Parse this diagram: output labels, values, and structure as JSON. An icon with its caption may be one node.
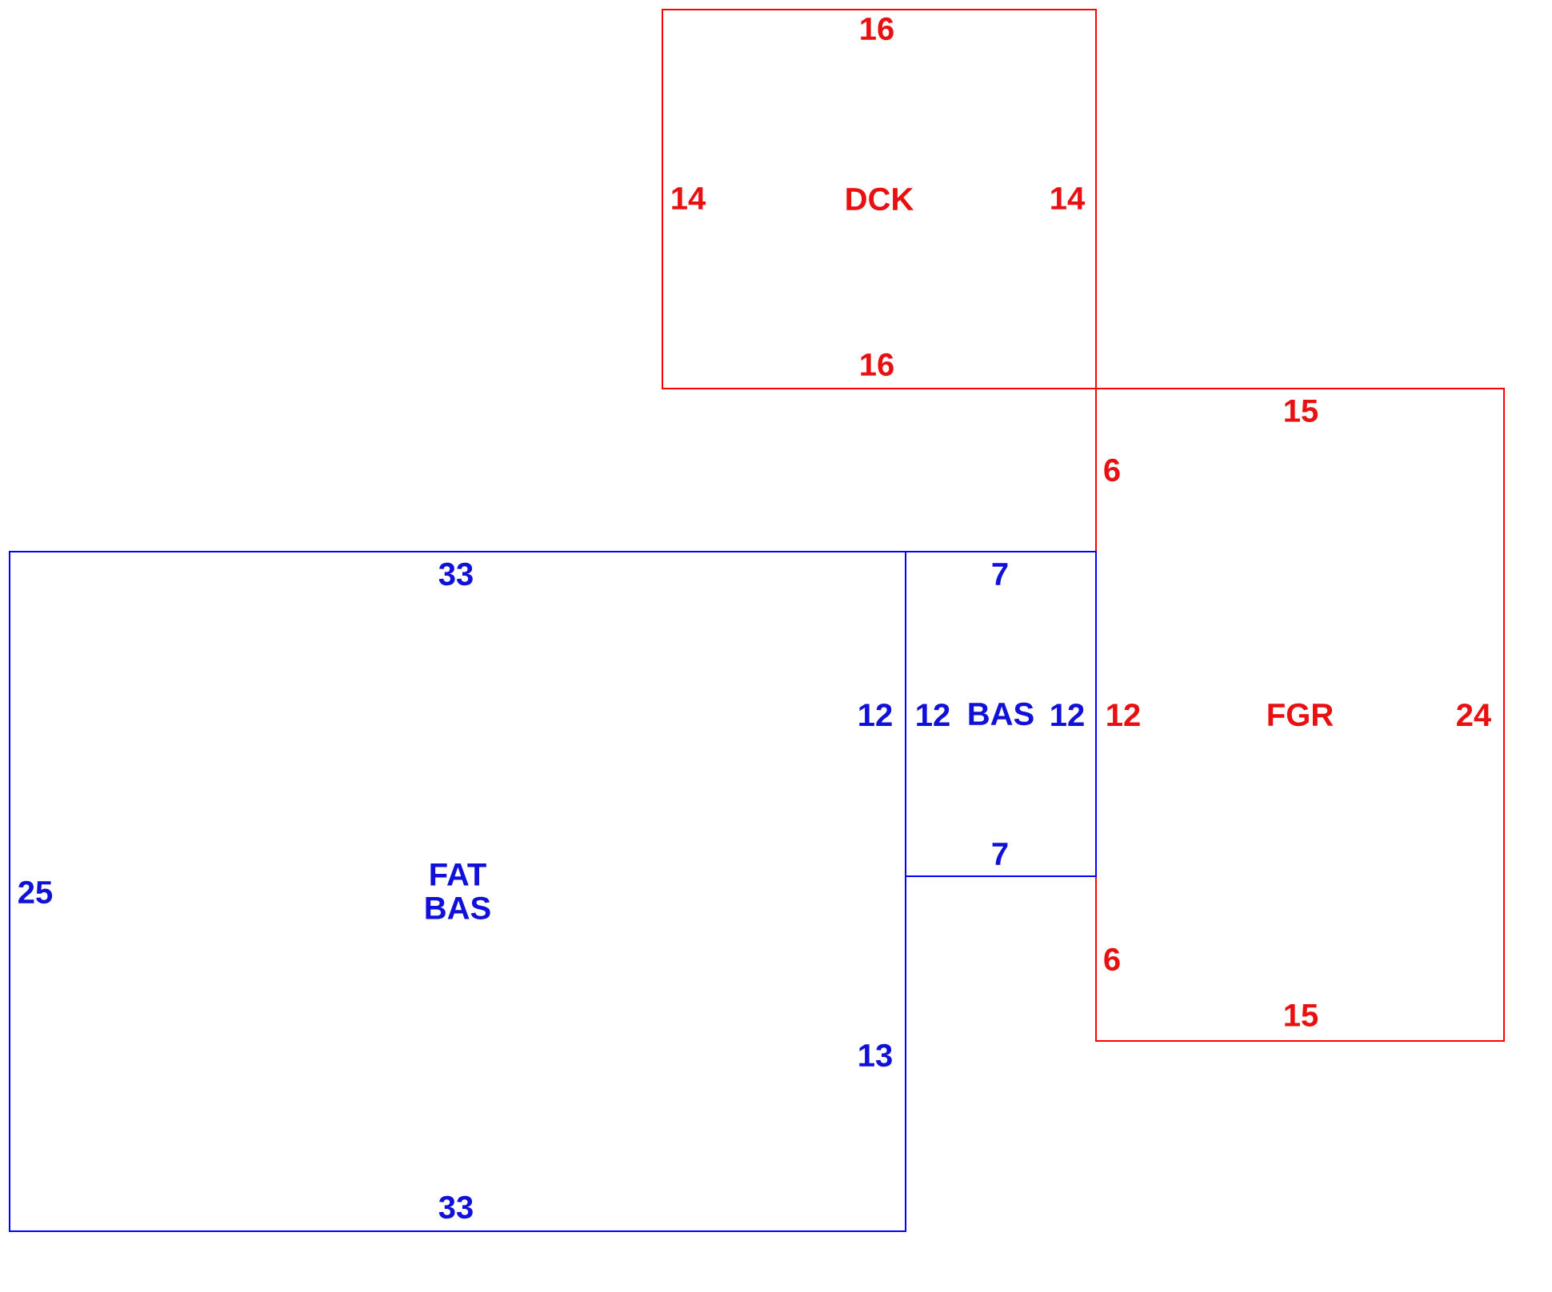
{
  "diagram": {
    "nodes": [
      {
        "text": [
          "DCK"
        ]
      },
      {
        "text": [
          "FGR"
        ]
      },
      {
        "text": [
          "FAT BAS"
        ]
      },
      {
        "text": [
          "BAS"
        ]
      }
    ],
    "labels": [
      "16",
      "14",
      "14",
      "16",
      "15",
      "6",
      "33",
      "7",
      "12",
      "12",
      "12",
      "12",
      "24",
      "7",
      "25",
      "6",
      "15",
      "13",
      "33"
    ]
  }
}
